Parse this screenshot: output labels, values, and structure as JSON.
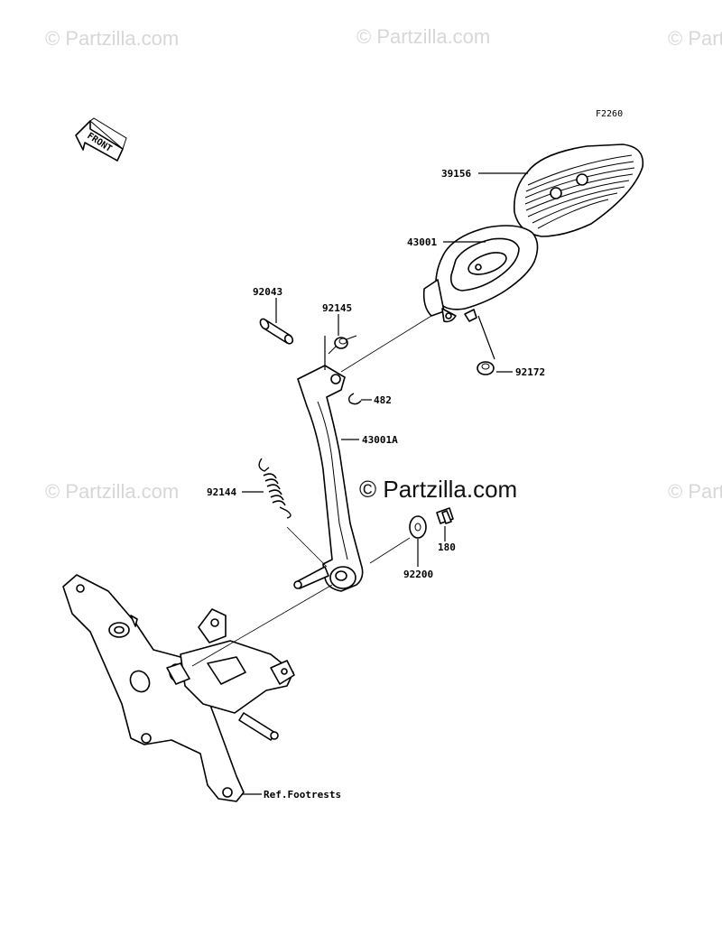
{
  "diagram_code": "F2260",
  "front_label": "FRONT",
  "watermarks": {
    "text": "© Partzilla.com",
    "center": "© Partzilla.com"
  },
  "callouts": {
    "p39156": "39156",
    "p43001": "43001",
    "p92043": "92043",
    "p92145": "92145",
    "p92172": "92172",
    "p482": "482",
    "p43001A": "43001A",
    "p92144": "92144",
    "p180": "180",
    "p92200": "92200",
    "ref_footrests": "Ref.Footrests"
  }
}
